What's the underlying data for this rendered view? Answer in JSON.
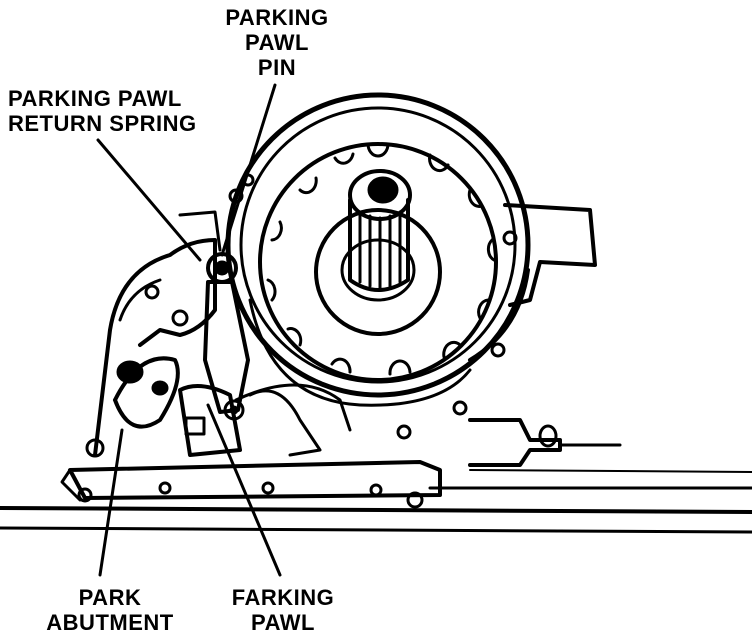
{
  "labels": {
    "pawl_pin": [
      "PARKING",
      "PAWL",
      "PIN"
    ],
    "return_spring": [
      "PARKING PAWL",
      "RETURN SPRING"
    ],
    "park_abutment": [
      "PARK",
      "ABUTMENT"
    ],
    "parking_pawl": [
      "FARKING",
      "PAWL"
    ]
  },
  "colors": {
    "ink": "#000000",
    "paper": "#ffffff"
  }
}
